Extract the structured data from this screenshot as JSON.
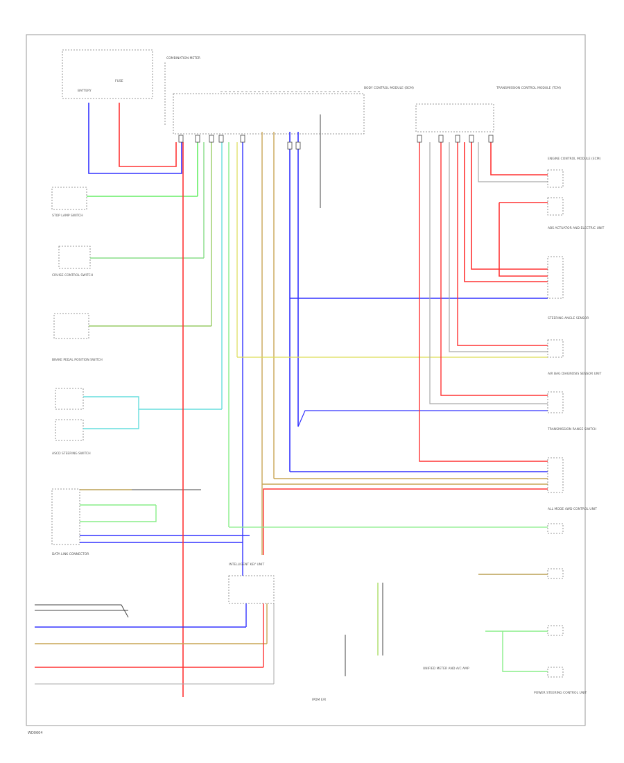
{
  "diagram": {
    "page_code": "WD0604",
    "components": {
      "top_left": [
        "BATTERY",
        "FUSE"
      ],
      "top_center": [
        "COMBINATION METER",
        "BODY CONTROL MODULE (BCM)"
      ],
      "top_right": [
        "TRANSMISSION CONTROL MODULE (TCM)"
      ],
      "left": [
        "STOP LAMP SWITCH",
        "CRUISE CONTROL SWITCH",
        "BRAKE PEDAL POSITION SWITCH",
        "ASCD STEERING SWITCH",
        "DATA LINK CONNECTOR"
      ],
      "right": [
        "ENGINE CONTROL MODULE (ECM)",
        "ABS ACTUATOR AND ELECTRIC UNIT",
        "STEERING ANGLE SENSOR",
        "AIR BAG DIAGNOSIS SENSOR UNIT",
        "TRANSMISSION RANGE SWITCH",
        "ALL MODE 4WD CONTROL UNIT",
        "POWER STEERING CONTROL UNIT"
      ],
      "bottom": [
        "INTELLIGENT KEY UNIT",
        "IPDM E/R",
        "UNIFIED METER AND A/C AMP"
      ]
    },
    "wire_colors": [
      "BLU",
      "RED",
      "LT GRN",
      "BRN",
      "YEL",
      "GRY",
      "BLK",
      "WHT"
    ]
  }
}
